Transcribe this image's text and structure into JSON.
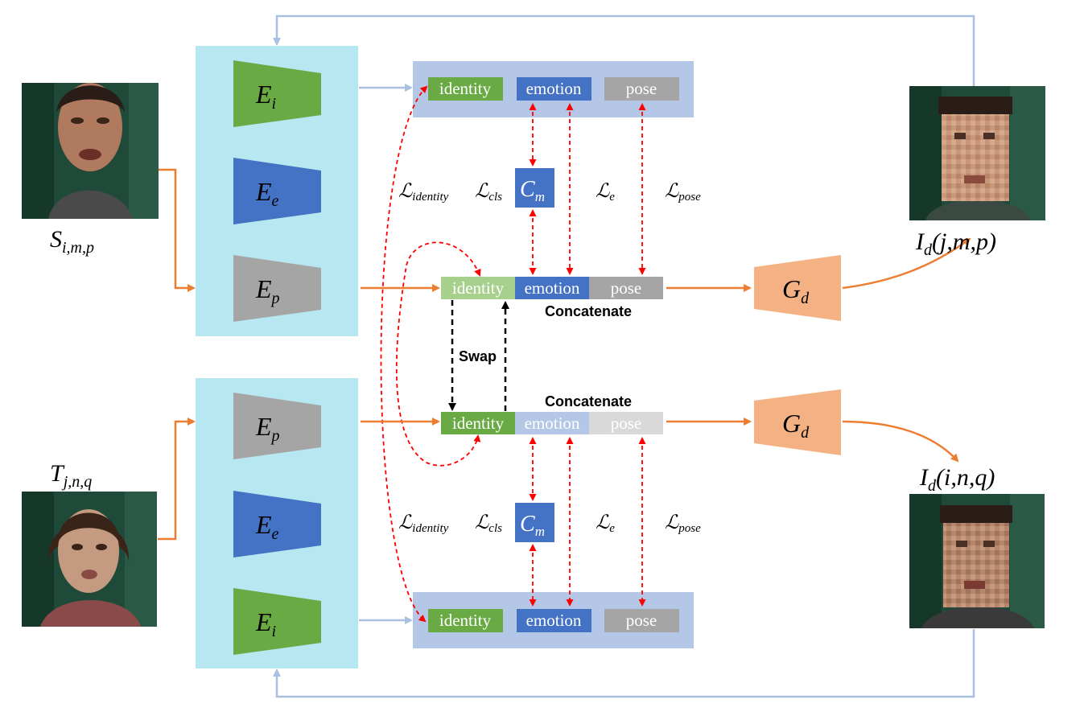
{
  "colors": {
    "panel": "#b7e7f1",
    "green": "#6aaa45",
    "blue": "#4472c4",
    "gray": "#a5a5a5",
    "light_green": "#a8d08d",
    "light_blue": "#b4c7e7",
    "light_gray": "#d9d9d9",
    "feature_bg": "#b4c7e7",
    "decoder": "#f4b183",
    "orange_arrow": "#ed7d31",
    "blue_arrow": "#a9bfe0",
    "red_dashed": "#ff0000"
  },
  "encoders": {
    "identity": {
      "letter": "E",
      "sub": "i"
    },
    "emotion": {
      "letter": "E",
      "sub": "e"
    },
    "pose": {
      "letter": "E",
      "sub": "p"
    }
  },
  "decoder": {
    "letter": "G",
    "sub": "d"
  },
  "classifier": {
    "letter": "C",
    "sub": "m"
  },
  "segments": {
    "identity": "identity",
    "emotion": "emotion",
    "pose": "pose"
  },
  "losses": {
    "identity": {
      "symbol": "ℒ",
      "sub": "identity"
    },
    "cls": {
      "symbol": "ℒ",
      "sub": "cls"
    },
    "e": {
      "symbol": "ℒ",
      "sub": "e"
    },
    "pose": {
      "symbol": "ℒ",
      "sub": "pose"
    }
  },
  "labels": {
    "concatenate": "Concatenate",
    "swap": "Swap",
    "source": {
      "letter": "S",
      "sub": "i,m,p"
    },
    "target": {
      "letter": "T",
      "sub": "j,n,q"
    },
    "output_top": {
      "letter": "I",
      "sub": "d",
      "args": "(j,m,p)"
    },
    "output_bottom": {
      "letter": "I",
      "sub": "d",
      "args": "(i,n,q)"
    }
  },
  "photos": {
    "source": "source-face-photo",
    "target": "target-face-photo",
    "output_top": "generated-face-photo-top",
    "output_bottom": "generated-face-photo-bottom"
  }
}
